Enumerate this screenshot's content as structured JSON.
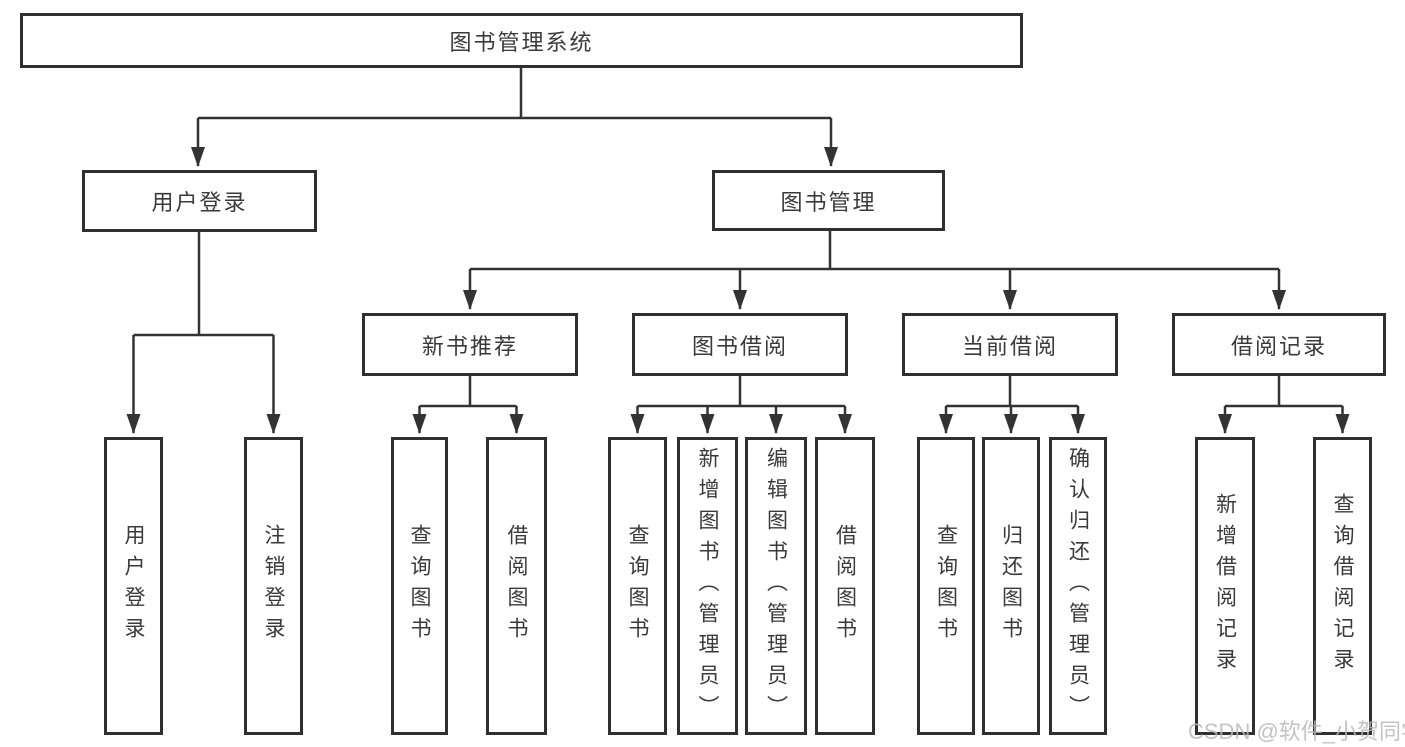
{
  "diagram": {
    "root": {
      "label": "图书管理系统"
    },
    "branches": {
      "user_login": {
        "label": "用户登录"
      },
      "book_management": {
        "label": "图书管理"
      },
      "new_book_recommend": {
        "label": "新书推荐"
      },
      "book_borrowing": {
        "label": "图书借阅"
      },
      "current_borrowing": {
        "label": "当前借阅"
      },
      "borrowing_records": {
        "label": "借阅记录"
      }
    },
    "leaves": {
      "login": {
        "label": "用户登录"
      },
      "logout": {
        "label": "注销登录"
      },
      "recommend_query_books": {
        "label": "查询图书"
      },
      "recommend_borrow_books": {
        "label": "借阅图书"
      },
      "borrowing_query_books": {
        "label": "查询图书"
      },
      "borrowing_add_books": {
        "label": "新增图书（管理员）"
      },
      "borrowing_edit_books": {
        "label": "编辑图书（管理员）"
      },
      "borrowing_borrow_books": {
        "label": "借阅图书"
      },
      "current_query_books": {
        "label": "查询图书"
      },
      "current_return_books": {
        "label": "归还图书"
      },
      "current_confirm_return": {
        "label": "确认归还（管理员）"
      },
      "records_add_record": {
        "label": "新增借阅记录"
      },
      "records_query_record": {
        "label": "查询借阅记录"
      }
    },
    "watermark": {
      "label": "CSDN @软件_小贺同学"
    },
    "colors": {
      "line": "#333333",
      "box_border": "#2f2f2f",
      "text": "#3a3a3a",
      "watermark": "#b9b9b9"
    }
  }
}
